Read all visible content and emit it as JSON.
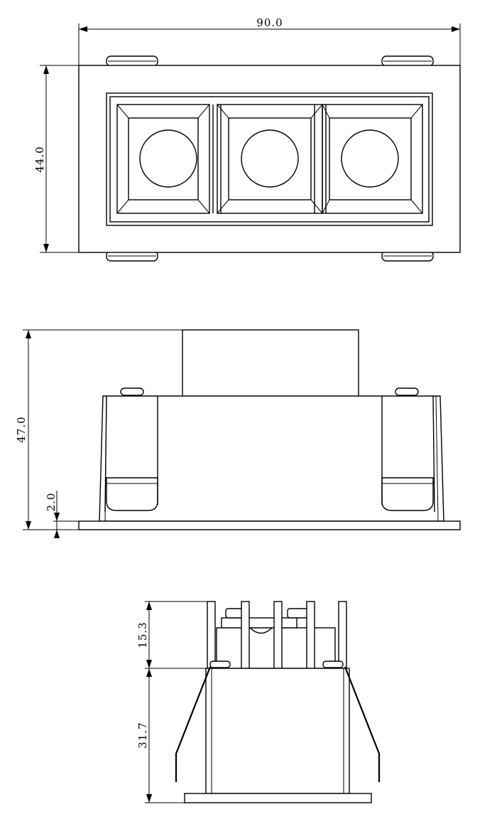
{
  "drawing": {
    "top_view": {
      "width_label": "90.0",
      "height_label": "44.0",
      "lens_count": 3
    },
    "side_view": {
      "height_label": "47.0",
      "flange_label": "2.0"
    },
    "end_view": {
      "upper_label": "15.3",
      "lower_label": "31.7"
    }
  }
}
